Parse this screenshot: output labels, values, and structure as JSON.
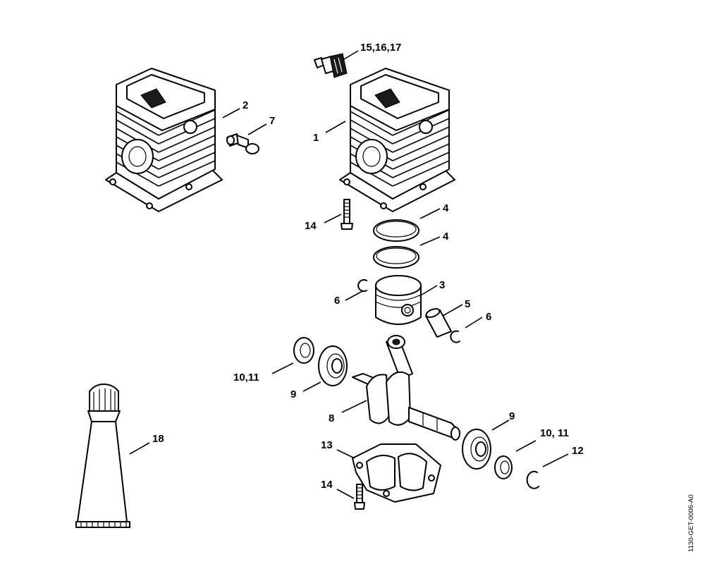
{
  "diagram": {
    "callouts": {
      "c15_16_17": "15,16,17",
      "c2": "2",
      "c7": "7",
      "c1": "1",
      "c14_top": "14",
      "c4_top": "4",
      "c4_bottom": "4",
      "c3": "3",
      "c6_left": "6",
      "c5": "5",
      "c6_right": "6",
      "c10_11_left": "10,11",
      "c9_left": "9",
      "c8": "8",
      "c9_right": "9",
      "c10_11_right": "10, 11",
      "c12": "12",
      "c13": "13",
      "c18": "18",
      "c14_bottom": "14"
    },
    "drawing_id": "1130-GET-0006-A0"
  }
}
